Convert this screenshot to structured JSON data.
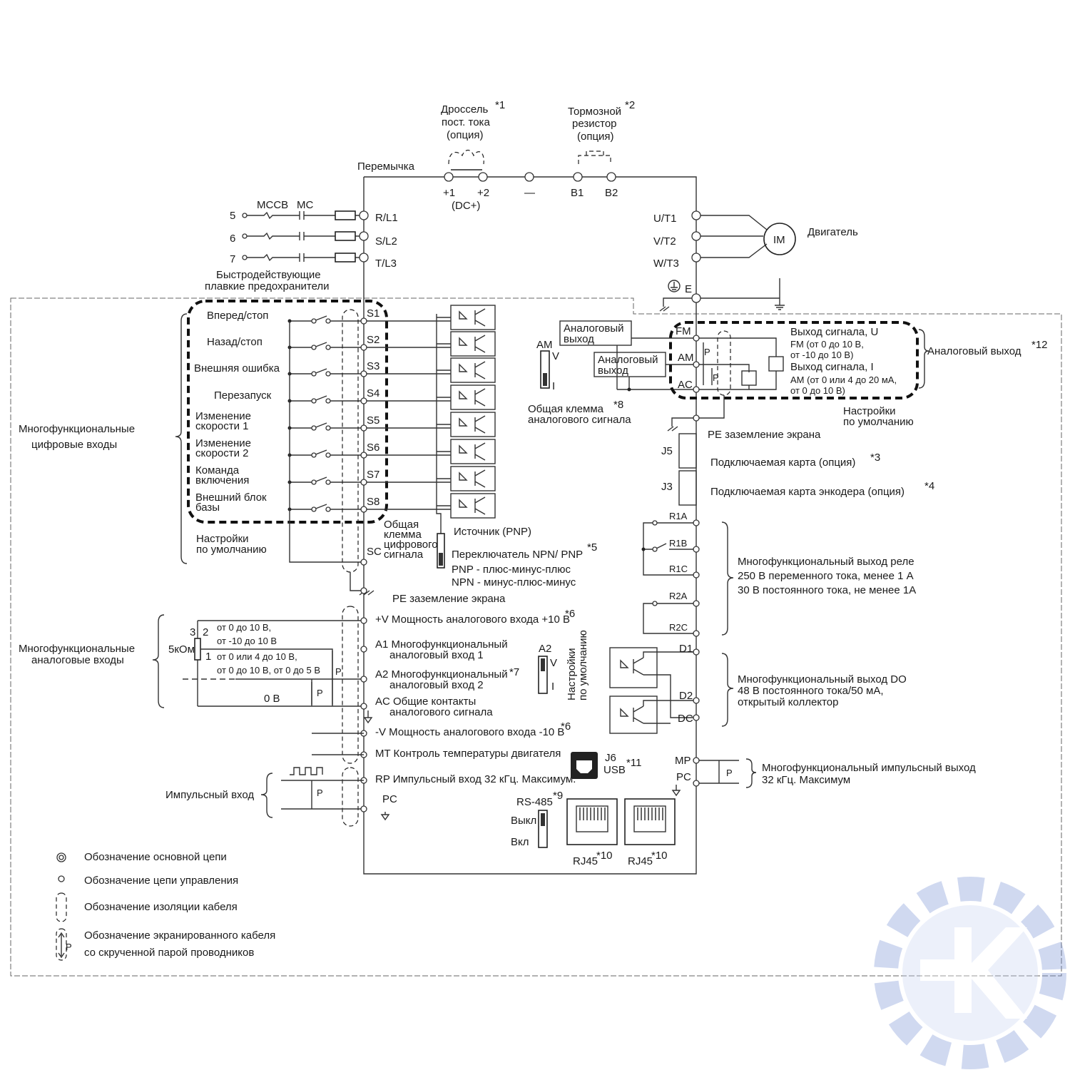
{
  "top": {
    "dc_reactor": [
      "Дроссель",
      "пост. тока",
      "(опция)"
    ],
    "dc_reactor_note": "*1",
    "brake_resistor": [
      "Тормозной",
      "резистор",
      "(опция)"
    ],
    "brake_resistor_note": "*2",
    "jumper": "Перемычка",
    "terminals": [
      "+1",
      "+2",
      "—",
      "B1",
      "B2"
    ],
    "dc_plus": "(DC+)"
  },
  "power_in": {
    "mccb": "MCCB",
    "mc": "MC",
    "phases": [
      "5",
      "6",
      "7"
    ],
    "terminals": [
      "R/L1",
      "S/L2",
      "T/L3"
    ],
    "fuses": [
      "Быстродействующие",
      "плавкие предохранители"
    ]
  },
  "motor": {
    "terminals": [
      "U/T1",
      "V/T2",
      "W/T3"
    ],
    "label": "IM",
    "title": "Двигатель",
    "ground": "E"
  },
  "digital_inputs": {
    "group": [
      "Многофункциональные",
      "цифровые входы"
    ],
    "items": [
      "Вперед/стоп",
      "Назад/стоп",
      "Внешняя ошибка",
      "Перезапуск",
      "Изменение|скорости 1",
      "Изменение|скорости 2",
      "Команда|включения",
      "Внешний блок|базы"
    ],
    "terminals": [
      "S1",
      "S2",
      "S3",
      "S4",
      "S5",
      "S6",
      "S7",
      "S8"
    ],
    "defaults": [
      "Настройки",
      "по умолчанию"
    ],
    "sc": "SC",
    "common": [
      "Общая",
      "клемма",
      "цифрового",
      "сигнала"
    ],
    "source": "Источник (PNP)",
    "switch": "Переключатель NPN/ PNP",
    "switch_note": "*5",
    "pnp": "PNP - плюс-минус-плюс",
    "npn": "NPN - минус-плюс-минус",
    "pe_shield": "PE заземление экрана"
  },
  "analog_inputs": {
    "group": [
      "Многофункциональные",
      "аналоговые входы"
    ],
    "pot": "5кОм",
    "pin3": "3",
    "pin2": "2",
    "pin1": "1",
    "range2": [
      "от 0 до 10 В,",
      "от -10 до 10 В"
    ],
    "range1": [
      "от 0 или 4 до 10 В,",
      "от 0 до 10 В, от 0 до 5 В"
    ],
    "zero": "0 В",
    "p": "P",
    "rows": [
      {
        "text": "+V Мощность аналогового входа +10 В",
        "note": "*6"
      },
      {
        "text": "A1 Многофункциональный|аналоговый вход 1",
        "note": ""
      },
      {
        "text": "A2 Многофункциональный|аналоговый вход 2",
        "note": "*7"
      },
      {
        "text": "AC Общие контакты|аналогового сигнала",
        "note": ""
      },
      {
        "text": "-V Мощность аналогового входа -10 В",
        "note": "*6"
      },
      {
        "text": "MT Контроль температуры двигателя",
        "note": ""
      },
      {
        "text": "RP Импульсный вход 32 кГц. Максимум.",
        "note": ""
      }
    ],
    "pc": "PC",
    "pulse_in": "Импульсный вход",
    "a2_switch": "A2",
    "v": "V",
    "i": "I",
    "defaults_vertical": [
      "Настройки",
      "по умолчанию"
    ]
  },
  "analog_outputs": {
    "am": "AM",
    "v": "V",
    "i": "I",
    "analog_out_box": [
      "Аналоговый",
      "выход"
    ],
    "terminals": [
      "FM",
      "AM",
      "AC"
    ],
    "p": "P",
    "common_note": [
      "Общая клемма",
      "аналогового сигнала"
    ],
    "common_star": "*8",
    "desc": [
      "Выход сигнала, U",
      "FM (от 0 до 10 В,",
      "от -10 до 10 В)",
      "Выход сигнала, I",
      "AM (от 0 или 4 до 20 мА,",
      "от 0 до 10 В)"
    ],
    "title": "Аналоговый выход",
    "title_note": "*12",
    "defaults": [
      "Настройки",
      "по умолчанию"
    ],
    "pe_shield": "PE заземление экрана"
  },
  "cards": {
    "j5": "J5",
    "j5_label": "Подключаемая карта (опция)",
    "j5_note": "*3",
    "j3": "J3",
    "j3_label": "Подключаемая карта энкодера (опция)",
    "j3_note": "*4"
  },
  "relay": {
    "terminals": [
      "R1A",
      "R1B",
      "R1C",
      "R2A",
      "R2C"
    ],
    "desc": [
      "Многофункциональный выход реле",
      "250 В переменного тока, менее 1 А",
      "30 В постоянного тока, не менее  1А"
    ]
  },
  "do": {
    "terminals": [
      "D1",
      "D2",
      "DC"
    ],
    "desc": [
      "Многофункциональный выход  DO",
      "48 В постоянного тока/50 мА,",
      "открытый коллектор"
    ]
  },
  "pulse_out": {
    "terminals": [
      "MP",
      "PC"
    ],
    "p": "P",
    "desc": [
      "Многофункциональный импульсный выход",
      "32 кГц. Максимум"
    ]
  },
  "comm": {
    "j6": "J6",
    "usb": "USB",
    "usb_note": "*11",
    "rs485": "RS-485",
    "rs485_note": "*9",
    "off": "Выкл",
    "on": "Вкл",
    "rj45": "RJ45",
    "rj45_note": "*10"
  },
  "legend": [
    "Обозначение основной цепи",
    "Обозначение цепи управления",
    "Обозначение изоляции кабеля",
    "Обозначение экранированного кабеля",
    "со скрученной парой проводников"
  ],
  "legend_p": "P"
}
